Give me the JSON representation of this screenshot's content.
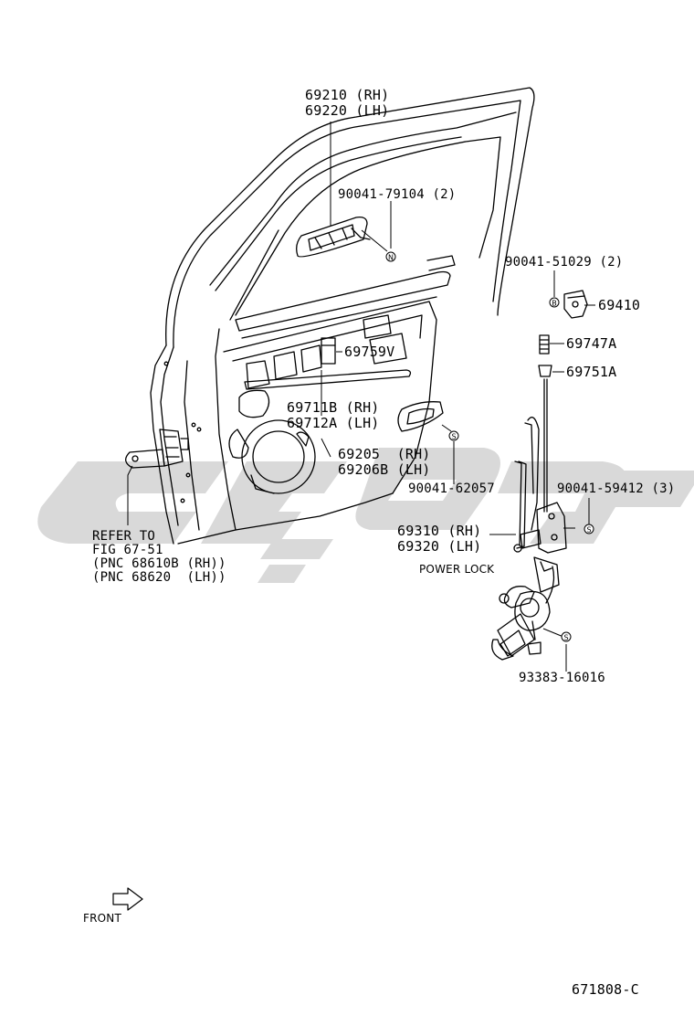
{
  "diagram": {
    "callouts": {
      "p69210": "69210 (RH)",
      "p69220": "69220 (LH)",
      "p90041_79104": "90041-79104 (2)",
      "p90041_51029": "90041-51029 (2)",
      "p69410": "69410",
      "p69747A": "69747A",
      "p69751A": "69751A",
      "p69759V": "69759V",
      "p69711B": "69711B (RH)",
      "p69712A": "69712A (LH)",
      "p69205": "69205  (RH)",
      "p69206B": "69206B (LH)",
      "p90041_62057": "90041-62057",
      "p90041_59412": "90041-59412 (3)",
      "p69310": "69310 (RH)",
      "p69320": "69320 (LH)",
      "power_lock": "POWER LOCK",
      "p93383": "93383-16016",
      "refer_1": "REFER TO",
      "refer_2": "FIG 67-51",
      "refer_3": "(PNC 68610B (RH))",
      "refer_4": "(PNC 68620  (LH))",
      "front": "FRONT",
      "figure_id": "671808-C"
    },
    "marks": {
      "n_mark": "N",
      "s_mark": "S",
      "b_mark": "B"
    },
    "colors": {
      "line": "#000000",
      "watermark": "#d9d9d9",
      "background": "#ffffff"
    }
  }
}
